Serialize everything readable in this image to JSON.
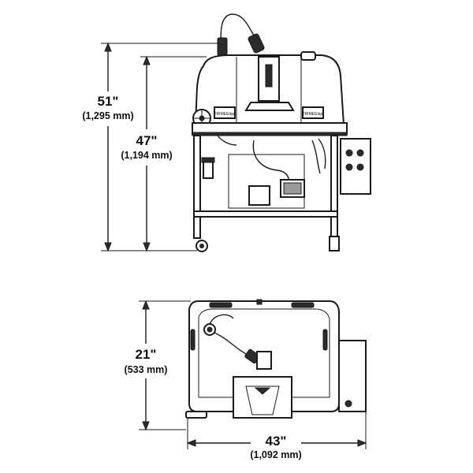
{
  "dimensions": {
    "front_height_overall": {
      "imperial": "51\"",
      "metric": "(1,295 mm)"
    },
    "front_height_table": {
      "imperial": "47\"",
      "metric": "(1,194 mm)"
    },
    "top_depth": {
      "imperial": "21\"",
      "metric": "(533 mm)"
    },
    "top_width": {
      "imperial": "43\"",
      "metric": "(1,092 mm)"
    }
  },
  "labels": {
    "brand_plate_left": "PRIMEEdge",
    "brand_plate_right": "PRIMEEdge"
  },
  "colors": {
    "line": "#1a1a1a",
    "fill_dark": "#2b2b2b",
    "fill_mid": "#9a9a9a",
    "background": "#ffffff"
  }
}
